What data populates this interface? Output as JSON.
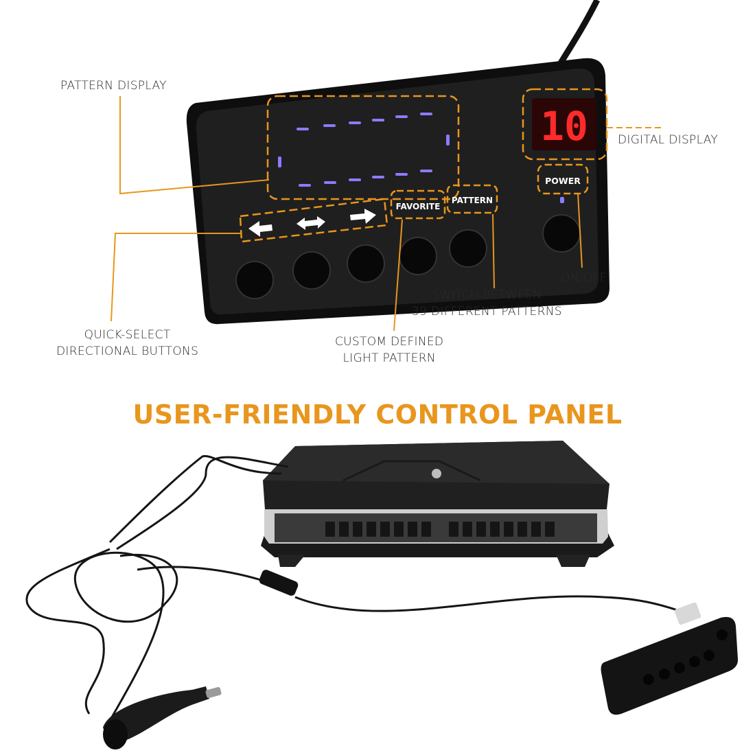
{
  "callouts": {
    "pattern_display": "PATTERN DISPLAY",
    "digital_display": "DIGITAL DISPLAY",
    "on_off": "ON/OFF",
    "switch_line1": "SWITCH BETWEEN",
    "switch_line2": "39 DIFFERENT PATTERNS",
    "quick_line1": "QUICK-SELECT",
    "quick_line2": "DIRECTIONAL BUTTONS",
    "custom_line1": "CUSTOM DEFINED",
    "custom_line2": "LIGHT PATTERN"
  },
  "panel": {
    "digital_value": "10",
    "power_label": "POWER",
    "favorite_label": "FAVORITE",
    "pattern_label": "PATTERN"
  },
  "headline": "USER-FRIENDLY CONTROL PANEL",
  "colors": {
    "accent": "#E8961E",
    "panel": "#1c1c1c",
    "led": "#8a7cff",
    "digit": "#ff2a2a"
  }
}
